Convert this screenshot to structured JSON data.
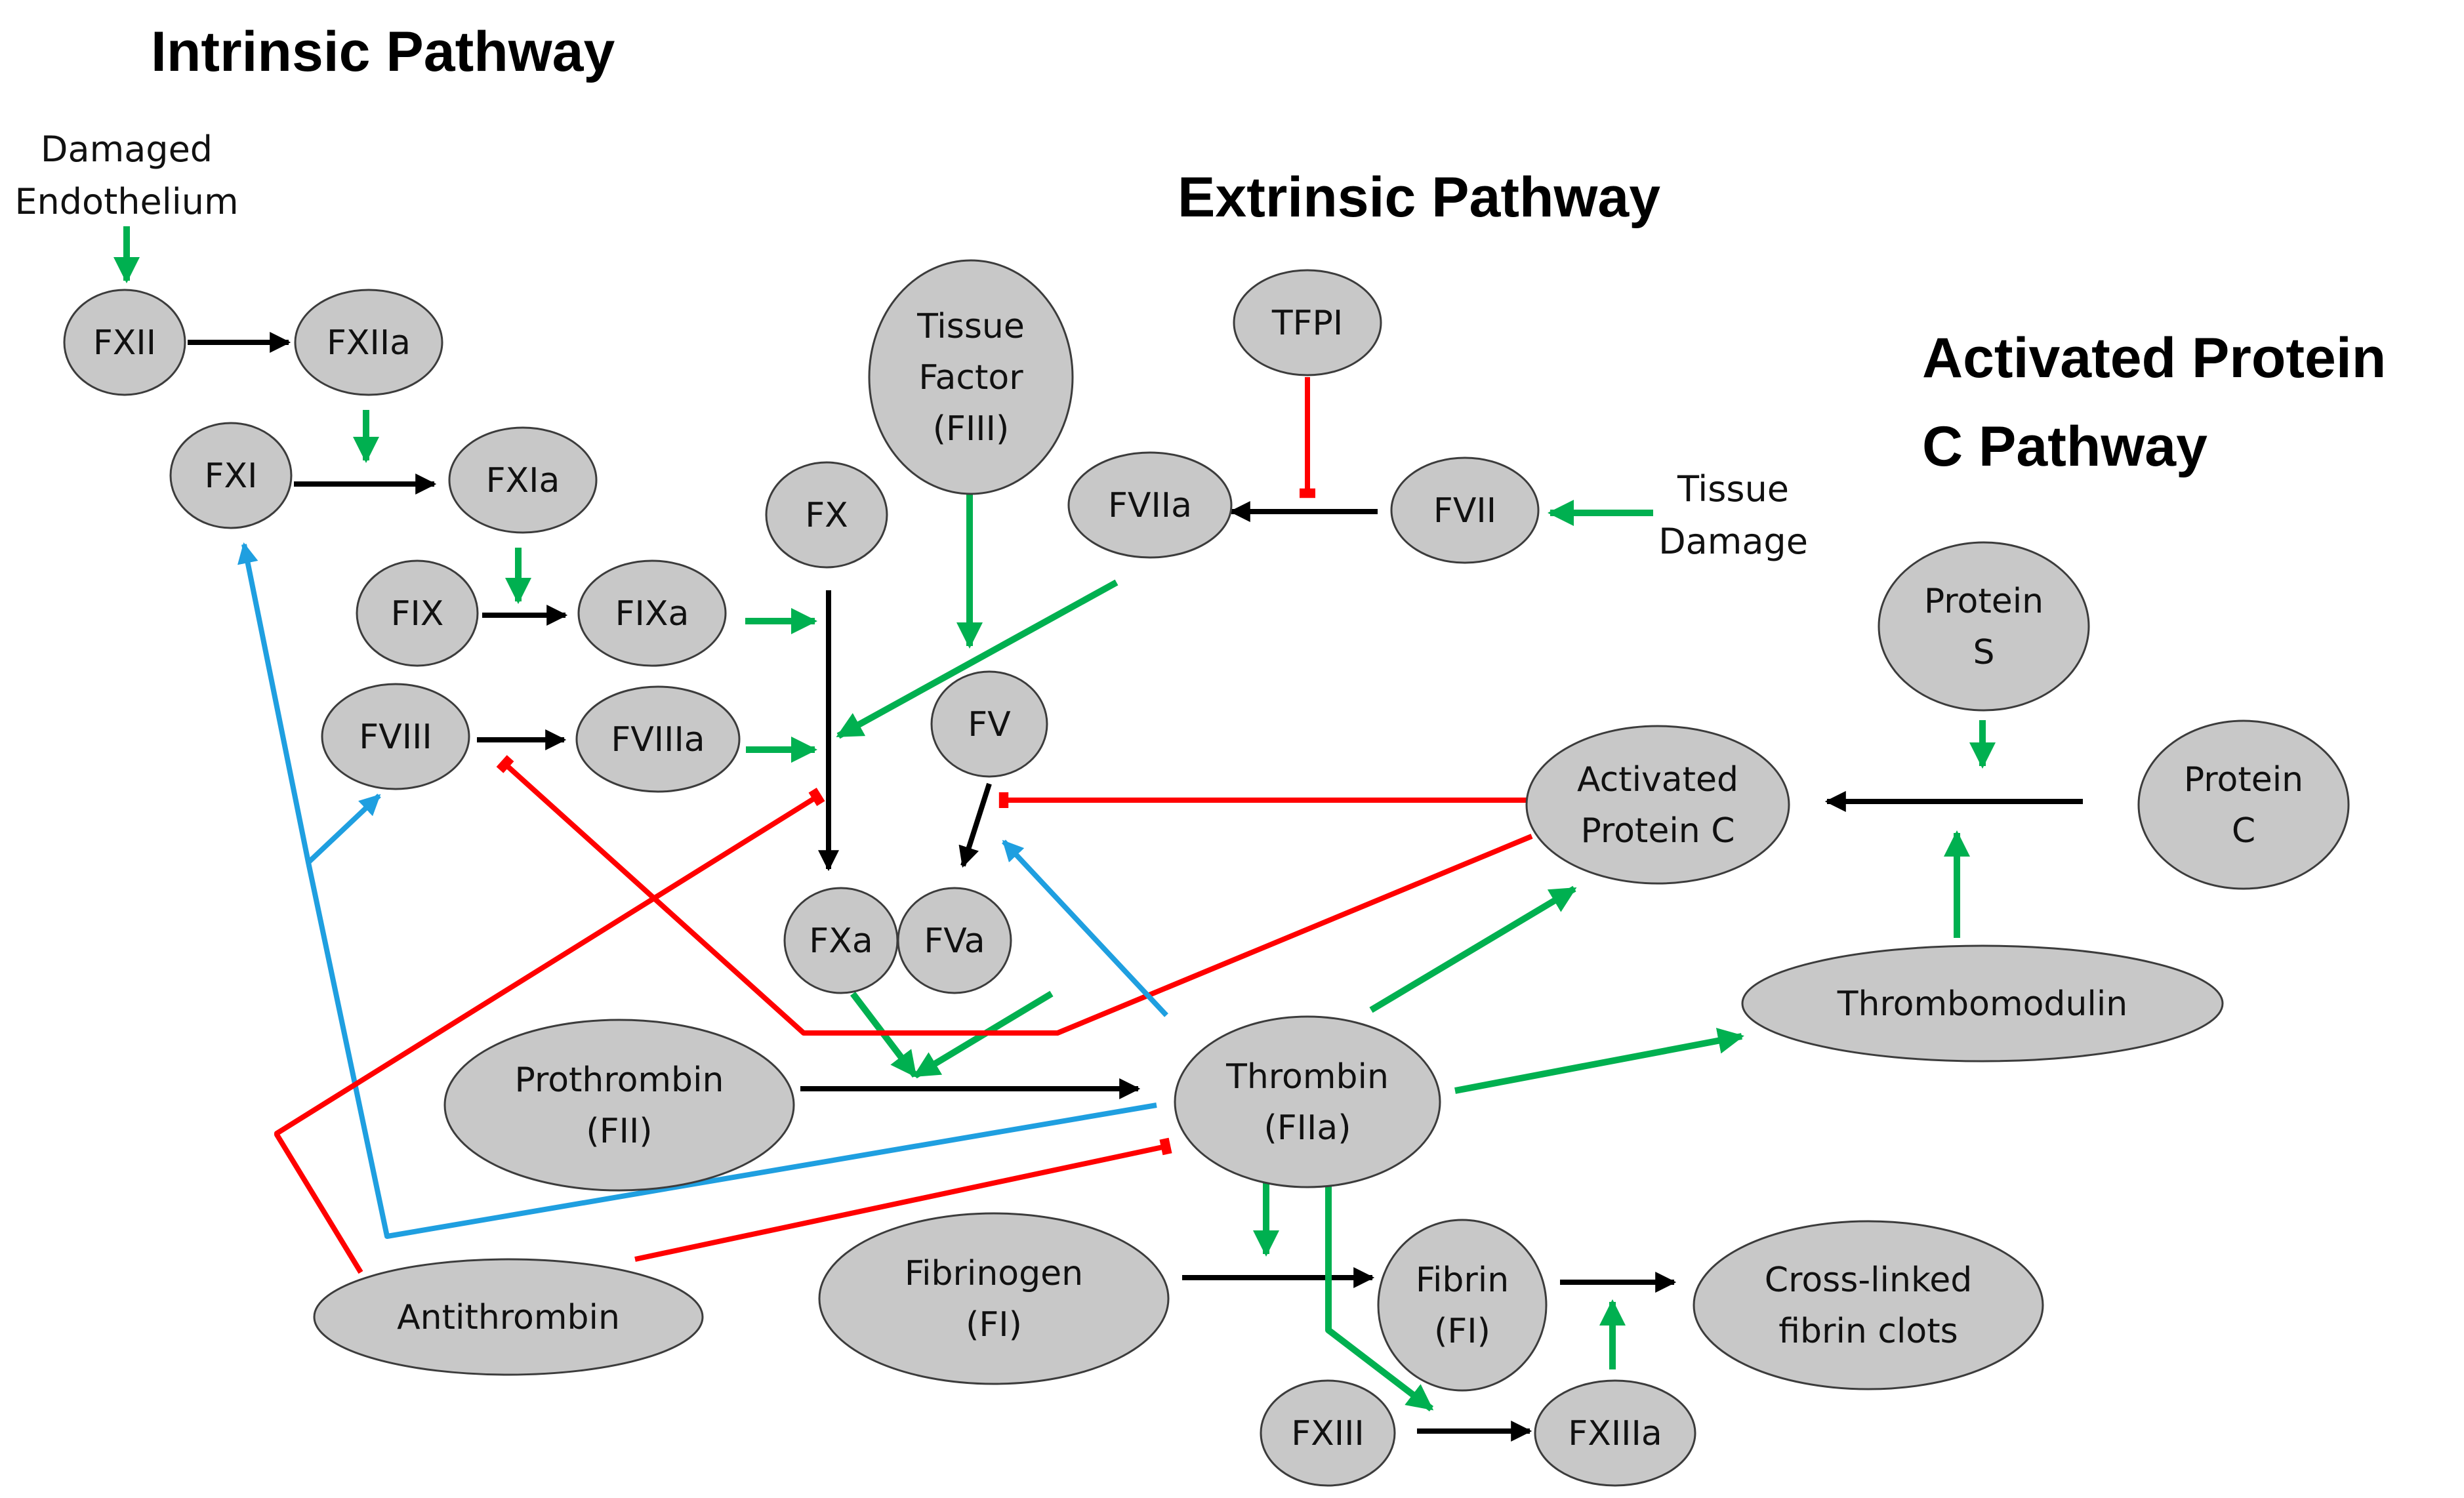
{
  "headings": {
    "intrinsic": "Intrinsic Pathway",
    "extrinsic": "Extrinsic Pathway",
    "apc_line1": "Activated Protein",
    "apc_line2": "C Pathway"
  },
  "labels": {
    "damaged_endothelium": [
      "Damaged",
      "Endothelium"
    ],
    "tissue_damage": [
      "Tissue",
      "Damage"
    ]
  },
  "nodes": {
    "fxii": [
      "FXII"
    ],
    "fxiia": [
      "FXIIa"
    ],
    "fxi": [
      "FXI"
    ],
    "fxia": [
      "FXIa"
    ],
    "fix": [
      "FIX"
    ],
    "fixa": [
      "FIXa"
    ],
    "fviii": [
      "FVIII"
    ],
    "fviiia": [
      "FVIIIa"
    ],
    "fx": [
      "FX"
    ],
    "tissue_factor": [
      "Tissue",
      "Factor",
      "(FIII)"
    ],
    "tfpi": [
      "TFPI"
    ],
    "fviia": [
      "FVIIa"
    ],
    "fvii": [
      "FVII"
    ],
    "fv": [
      "FV"
    ],
    "fxa": [
      "FXa"
    ],
    "fva": [
      "FVa"
    ],
    "protein_s": [
      "Protein",
      "S"
    ],
    "apc": [
      "Activated",
      "Protein C"
    ],
    "protein_c": [
      "Protein",
      "C"
    ],
    "thrombomodulin": [
      "Thrombomodulin"
    ],
    "prothrombin": [
      "Prothrombin",
      "(FII)"
    ],
    "thrombin": [
      "Thrombin",
      "(FIIa)"
    ],
    "fibrinogen": [
      "Fibrinogen",
      "(FI)"
    ],
    "fibrin": [
      "Fibrin",
      "(FI)"
    ],
    "crosslinked": [
      "Cross-linked",
      "fibrin clots"
    ],
    "antithrombin": [
      "Antithrombin"
    ],
    "fxiii": [
      "FXIII"
    ],
    "fxiiia": [
      "FXIIIa"
    ]
  },
  "colors": {
    "conversion": "#000000",
    "activation": "#00b050",
    "inhibition": "#ff0000",
    "thrombin_feedback": "#1f9fe0",
    "node_fill": "#c8c8c8",
    "node_stroke": "#3c3c3c"
  }
}
